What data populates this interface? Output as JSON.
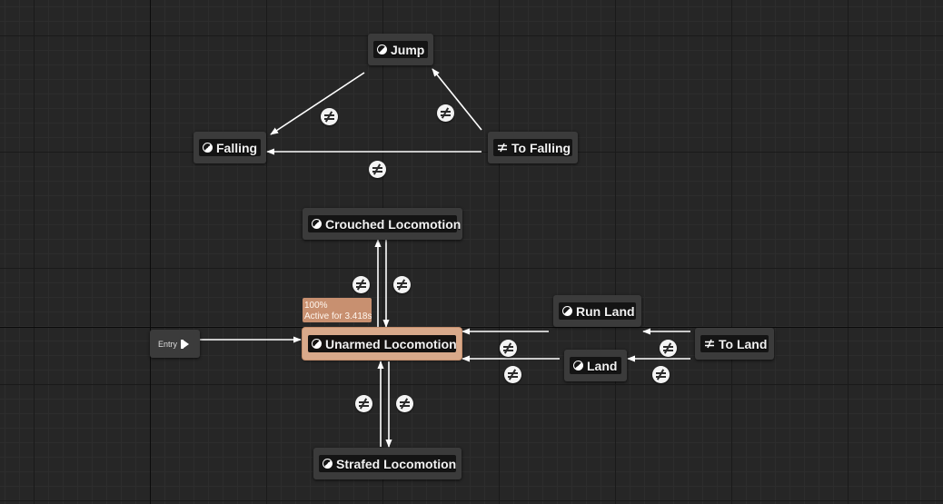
{
  "graph": {
    "entry_label": "Entry",
    "states": {
      "jump": "Jump",
      "falling": "Falling",
      "to_falling": "To Falling",
      "crouched_locomotion": "Crouched Locomotion",
      "unarmed_locomotion": "Unarmed Locomotion",
      "run_land": "Run Land",
      "land": "Land",
      "to_land": "To Land",
      "strafed_locomotion": "Strafed Locomotion"
    },
    "active_state": {
      "weight": "100%",
      "active_for": "Active for 3.418s"
    },
    "icons": {
      "state": "state-node-icon",
      "conduit": "conduit-node-icon",
      "transition": "transition-rule-icon",
      "entry": "entry-play-icon"
    },
    "colors": {
      "active_node": "#d9a98a",
      "tooltip": "#c89070",
      "wire": "#ffffff",
      "background": "#262626"
    }
  }
}
